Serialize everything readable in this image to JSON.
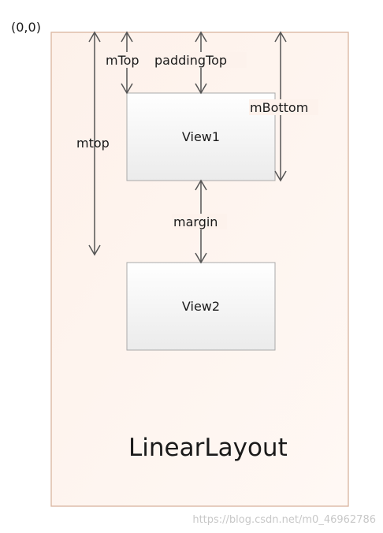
{
  "origin_label": "(0,0)",
  "container": {
    "label": "LinearLayout",
    "fill": "#fef3ee",
    "border": "#d9b49f"
  },
  "views": [
    {
      "label": "View1"
    },
    {
      "label": "View2"
    }
  ],
  "dimensions": {
    "mtop": "mtop",
    "mTop": "mTop",
    "paddingTop": "paddingTop",
    "mBottom": "mBottom",
    "margin": "margin"
  },
  "watermark": "https://blog.csdn.net/m0_46962786"
}
